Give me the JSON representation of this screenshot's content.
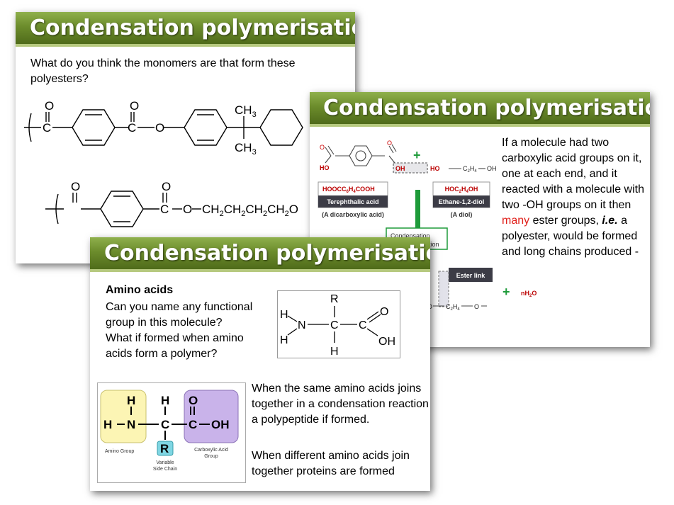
{
  "slide1": {
    "title": "Condensation polymerisation",
    "question": "What do you think the monomers are that form these polyesters?",
    "chem": {
      "o": "O",
      "c": "C",
      "ch3": "CH",
      "three": "3",
      "chain_o": "O",
      "chain_ch2": "CH",
      "two": "2",
      "chain_tail": "O"
    }
  },
  "slide2": {
    "title": "Condensation polymerisation",
    "para_before": "If a molecule had two carboxylic acid groups on it, one at each end, and it reacted with a molecule with two -OH groups on it then ",
    "para_highlight": "many",
    "para_middle": " ester groups, ",
    "para_ie": "i.e.",
    "para_after": " a polyester, would be formed and long chains produced -",
    "diagram": {
      "ho": "HO",
      "oh": "OH",
      "ho2": "HO",
      "c2h4": "C",
      "sub2": "2",
      "h": "H",
      "sub4": "4",
      "oh2": "OH",
      "plus": "+",
      "acid_formula": "HOOCC",
      "acid_sub6": "6",
      "acid_h": "H",
      "acid_sub4": "4",
      "acid_cooh": "COOH",
      "acid_name": "Terephthalic acid",
      "acid_type": "(A dicarboxylic acid)",
      "diol_formula": "HOC",
      "diol_sub2": "2",
      "diol_h": "H",
      "diol_sub4": "4",
      "diol_oh": "OH",
      "diol_name": "Ethane-1,2-diol",
      "diol_type": "(A diol)",
      "condensation_1": "Condensation",
      "condensation_2": "tion",
      "ester_link": "Ester link",
      "o_chain": "O",
      "product_plus": "+",
      "water_n": "nH",
      "water_sub": "2",
      "water_o": "O"
    }
  },
  "slide3": {
    "title": "Condensation polymerisation",
    "heading": "Amino acids",
    "q1": "Can you name any functional group in this molecule?",
    "q2": "What if formed when amino acids form a polymer?",
    "structure": {
      "r": "R",
      "h": "H",
      "n": "N",
      "c": "C",
      "o": "O",
      "oh": "OH"
    },
    "labeled": {
      "h": "H",
      "n": "N",
      "c": "C",
      "o": "O",
      "oh": "OH",
      "r": "R",
      "amino_group": "Amino Group",
      "carboxylic_1": "Carboxylic Acid",
      "carboxylic_2": "Group",
      "side_1": "Variable",
      "side_2": "Side Chain"
    },
    "p1": "When the same amino acids joins together in a condensation reaction a polypeptide if formed.",
    "p2": "When different amino acids join together proteins are formed"
  },
  "colors": {
    "title_bar": "#6c8c2c",
    "highlight": "#e0201b",
    "green_plus": "#1e9b3a",
    "amino_box": "#fcf5b4",
    "acid_box": "#c9b3ea",
    "side_box": "#7fd6e3"
  }
}
